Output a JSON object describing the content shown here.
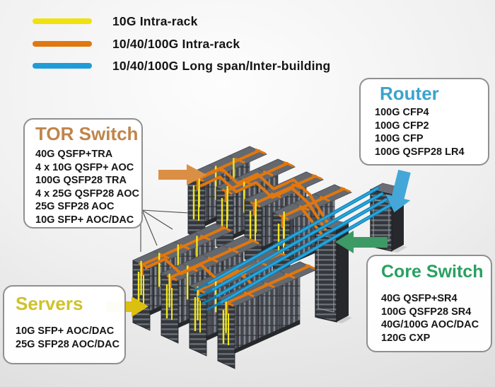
{
  "legend": {
    "items": [
      {
        "label": "10G Intra-rack",
        "color": "#f0e20e"
      },
      {
        "label": "10/40/100G Intra-rack",
        "color": "#e0770f"
      },
      {
        "label": "10/40/100G Long span/Inter-building",
        "color": "#1f9cd8"
      }
    ]
  },
  "boxes": {
    "tor": {
      "title": "TOR Switch",
      "title_color": "#c0854b",
      "lines": [
        "40G QSFP+TRA",
        "4 x 10G QSFP+ AOC",
        "100G QSFP28 TRA",
        "4 x 25G QSFP28 AOC",
        "25G SFP28 AOC",
        "10G SFP+ AOC/DAC"
      ]
    },
    "router": {
      "title": "Router",
      "title_color": "#3ba3cd",
      "lines": [
        "100G CFP4",
        "100G CFP2",
        "100G CFP",
        "100G QSFP28 LR4"
      ]
    },
    "core": {
      "title": "Core Switch",
      "title_color": "#2aa061",
      "lines": [
        "40G QSFP+SR4",
        "100G QSFP28 SR4",
        "40G/100G AOC/DAC",
        "120G CXP"
      ]
    },
    "servers": {
      "title": "Servers",
      "title_color": "#cfc22a",
      "lines": [
        "10G SFP+ AOC/DAC",
        "25G SFP28 AOC/DAC"
      ]
    }
  },
  "diagram": {
    "colors": {
      "cable_yellow": "#f3e71c",
      "cable_orange": "#e0770f",
      "cable_blue": "#27a7dd",
      "cable_blue_dark": "#0f7fb4",
      "arrow_orange": "#db8f44",
      "arrow_yellow": "#dcc011",
      "arrow_blue": "#45a7d8",
      "arrow_green": "#3c9a64",
      "pointer_line": "#4d4d4d"
    }
  }
}
